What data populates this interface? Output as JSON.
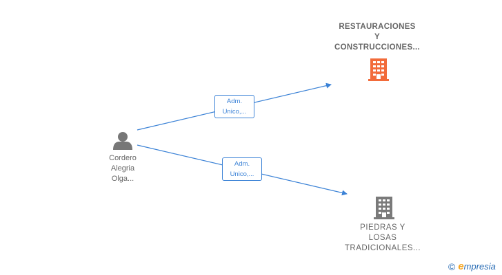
{
  "person": {
    "name_lines": [
      "Cordero",
      "Alegria",
      "Olga..."
    ],
    "icon": "person-icon"
  },
  "companies": [
    {
      "name_lines": [
        "RESTAURACIONES",
        "Y",
        "CONSTRUCCIONES..."
      ],
      "icon": "building-icon",
      "color": "#f26b3a"
    },
    {
      "name_lines": [
        "PIEDRAS Y",
        "LOSAS",
        "TRADICIONALES..."
      ],
      "icon": "building-icon",
      "color": "#7a7a7a"
    }
  ],
  "edges": [
    {
      "label_lines": [
        "Adm.",
        "Unico,..."
      ]
    },
    {
      "label_lines": [
        "Adm.",
        "Unico,..."
      ]
    }
  ],
  "colors": {
    "edge": "#3b82d6",
    "person_icon": "#777777"
  },
  "brand": {
    "copyright_symbol": "©",
    "e_mark": "e",
    "name": "mpresia"
  }
}
